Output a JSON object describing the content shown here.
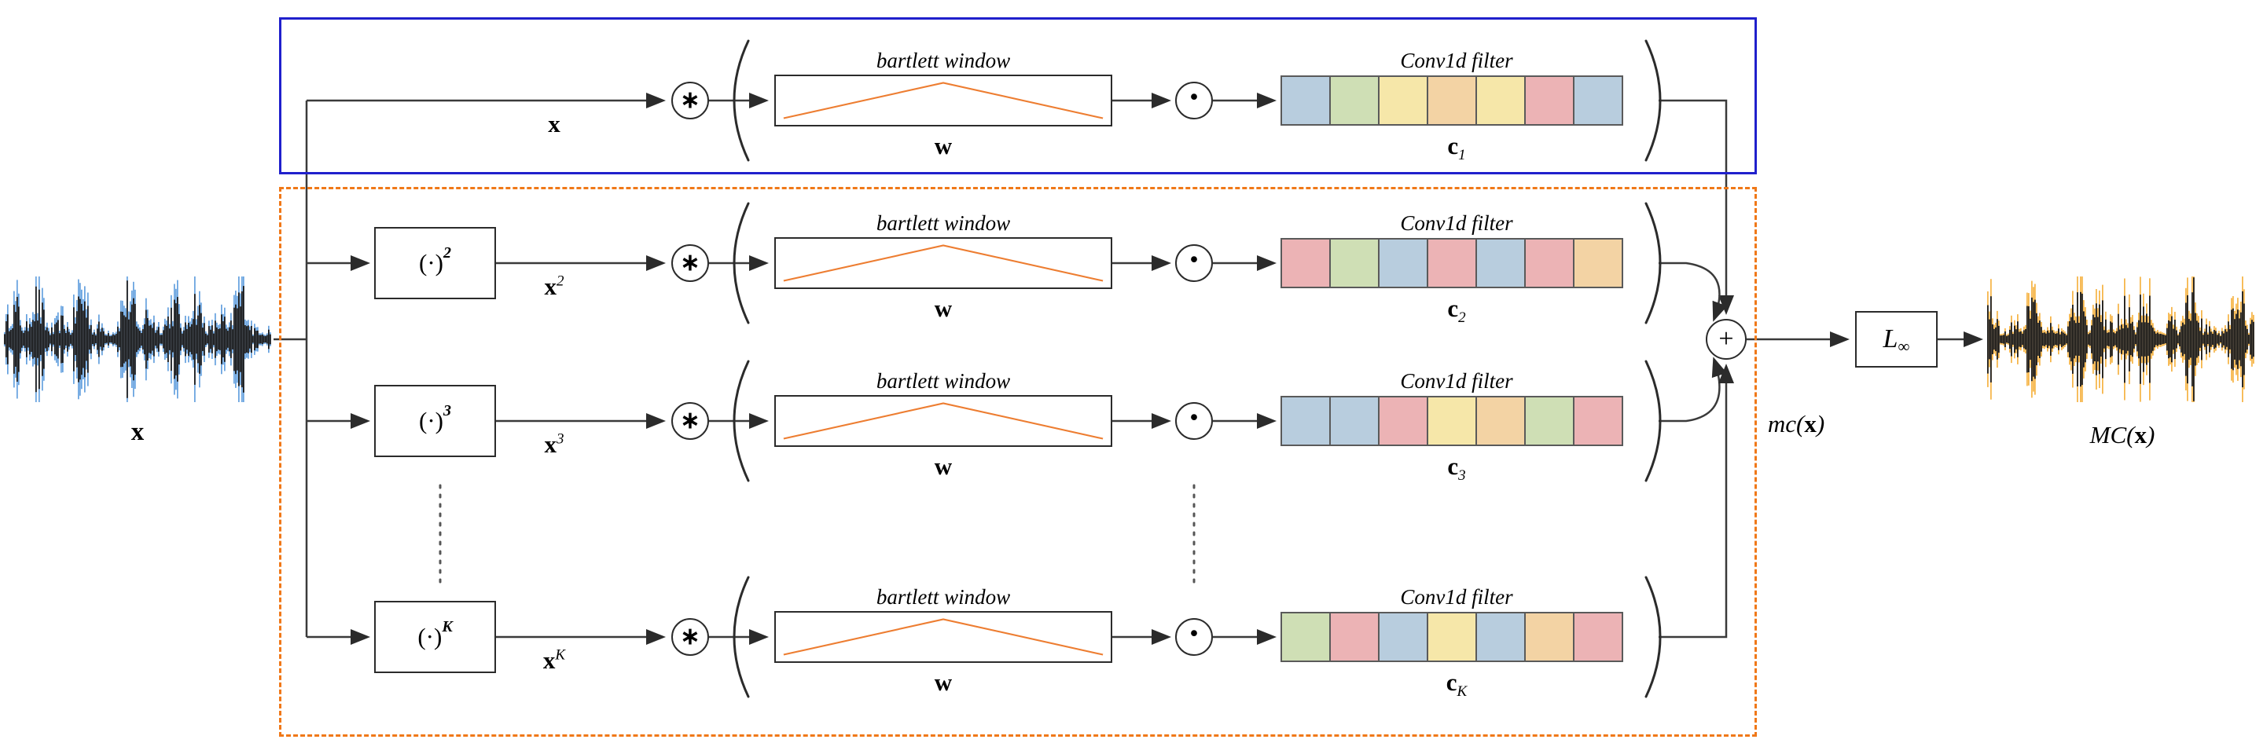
{
  "palette": {
    "blue": "#b8cdde",
    "green": "#cfdfb5",
    "yellow": "#f6e7a9",
    "orange": "#f3d3a4",
    "pink": "#ecb3b5",
    "frame_blue": "#2020cc",
    "frame_orange": "#f07818",
    "window_curve": "#ed7d31",
    "input_wave_accent": "#4a90d9",
    "output_wave_accent": "#f5a623"
  },
  "labels": {
    "input_signal": "x",
    "mc": {
      "prefix": "mc(",
      "arg": "x",
      "suffix": ")"
    },
    "MC": {
      "prefix": "MC(",
      "arg": "x",
      "suffix": ")"
    },
    "linf": {
      "base": "L",
      "sub": "∞"
    },
    "operators": {
      "convolution": "∗",
      "dot": "·",
      "sum": "+"
    }
  },
  "rows": [
    {
      "signal": {
        "base": "x",
        "exp": ""
      },
      "window_title": "bartlett window",
      "window_label": "w",
      "filter_title": "Conv1d filter",
      "filter_label": {
        "base": "c",
        "sub": "1"
      },
      "filter_colors": [
        "blue",
        "green",
        "yellow",
        "orange",
        "yellow",
        "pink",
        "blue"
      ]
    },
    {
      "power": {
        "base": "(·)",
        "exp": "2"
      },
      "signal": {
        "base": "x",
        "exp": "2"
      },
      "window_title": "bartlett window",
      "window_label": "w",
      "filter_title": "Conv1d filter",
      "filter_label": {
        "base": "c",
        "sub": "2"
      },
      "filter_colors": [
        "pink",
        "green",
        "blue",
        "pink",
        "blue",
        "pink",
        "orange"
      ]
    },
    {
      "power": {
        "base": "(·)",
        "exp": "3"
      },
      "signal": {
        "base": "x",
        "exp": "3"
      },
      "window_title": "bartlett window",
      "window_label": "w",
      "filter_title": "Conv1d filter",
      "filter_label": {
        "base": "c",
        "sub": "3"
      },
      "filter_colors": [
        "blue",
        "blue",
        "pink",
        "yellow",
        "orange",
        "green",
        "pink"
      ]
    },
    {
      "power": {
        "base": "(·)",
        "exp": "K"
      },
      "signal": {
        "base": "x",
        "exp": "K"
      },
      "window_title": "bartlett window",
      "window_label": "w",
      "filter_title": "Conv1d filter",
      "filter_label": {
        "base": "c",
        "sub": "K"
      },
      "filter_colors": [
        "green",
        "pink",
        "blue",
        "yellow",
        "blue",
        "orange",
        "pink"
      ]
    }
  ]
}
